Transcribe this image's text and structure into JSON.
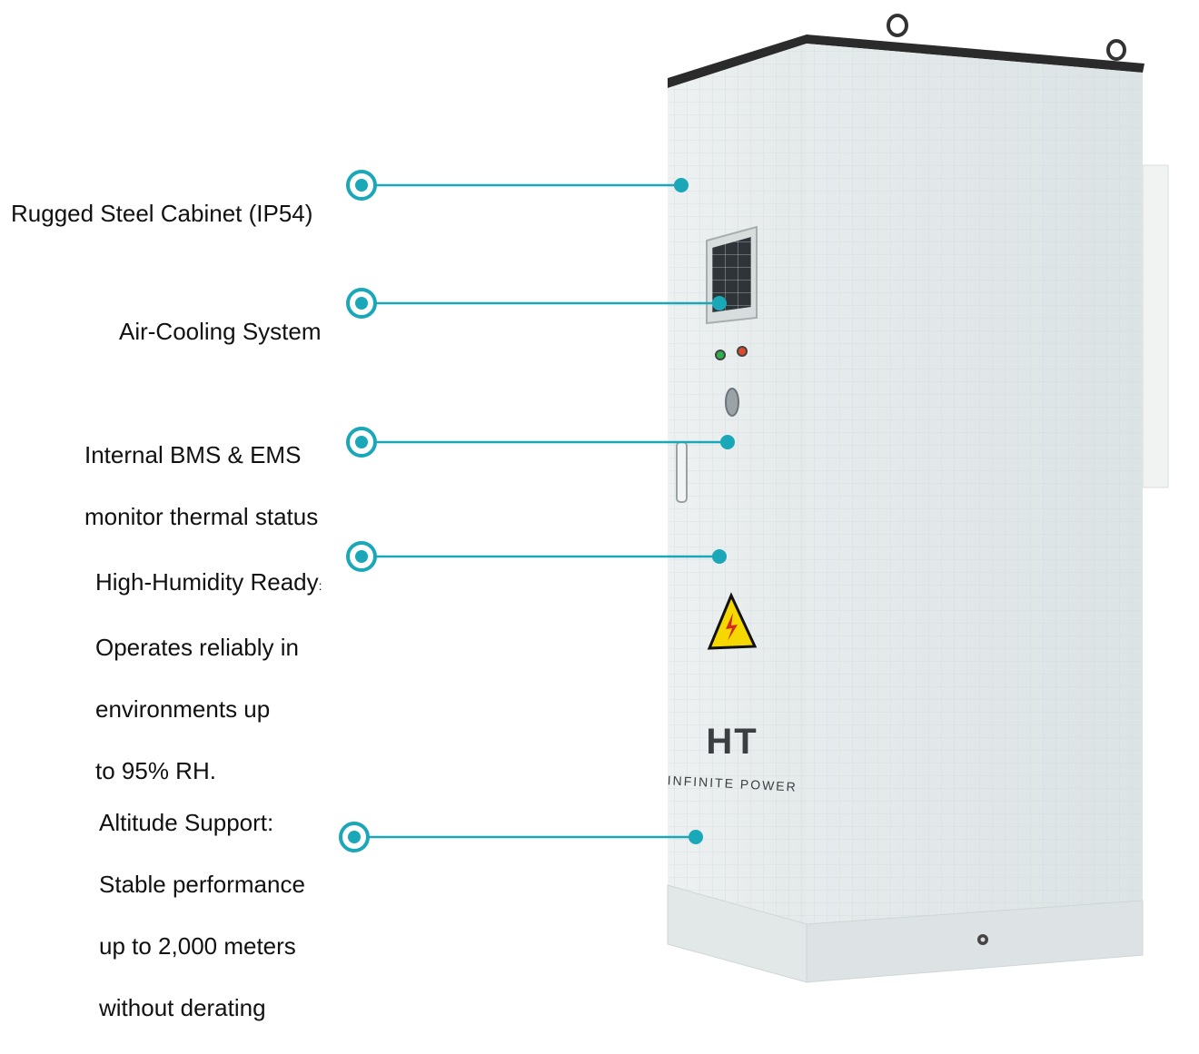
{
  "colors": {
    "accent": "#1aa7b8",
    "cabinet_front": "#e9eded",
    "cabinet_side": "#dfe5e6",
    "roof": "#2b2b2b",
    "warning_yellow": "#f5d800"
  },
  "callouts": [
    {
      "title": "Rugged Steel Cabinet (IP54)",
      "lines": []
    },
    {
      "title": "Air-Cooling System",
      "lines": []
    },
    {
      "title": "Internal BMS & EMS",
      "lines": [
        "monitor thermal status"
      ]
    },
    {
      "title": "High-Humidity Ready",
      "suffix": ":",
      "lines": [
        "Operates reliably in",
        "environments up",
        "to 95% RH."
      ]
    },
    {
      "title": "Altitude Support:",
      "lines": [
        "Stable performance",
        "up to 2,000 meters",
        "without derating"
      ]
    }
  ],
  "brand": {
    "logo_text": "HT",
    "tagline": "INFINITE POWER"
  },
  "icons": {
    "warning": "high-voltage-warning-icon",
    "marker": "callout-marker-icon"
  }
}
